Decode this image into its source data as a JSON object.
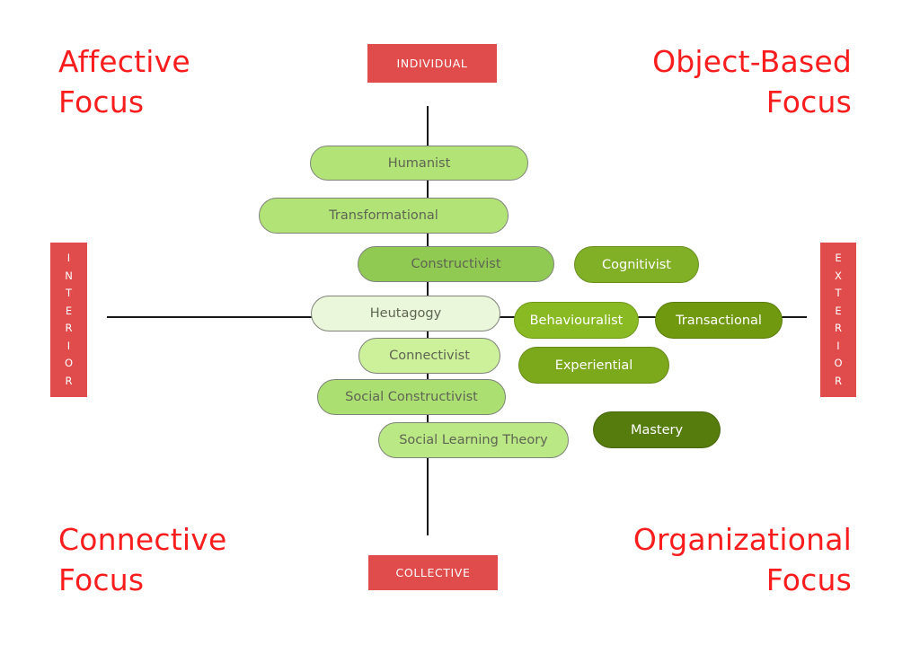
{
  "colors": {
    "headline_red": "#f91d1d",
    "axis_box_red": "#e04b4b",
    "axis_line": "#161616",
    "light_pill_text": "#5f6553",
    "dark_pill_text": "#ffffff"
  },
  "quadrants": {
    "top_left": {
      "line1": "Affective",
      "line2": "Focus"
    },
    "top_right": {
      "line1": "Object-Based",
      "line2": "Focus"
    },
    "bottom_left": {
      "line1": "Connective",
      "line2": "Focus"
    },
    "bottom_right": {
      "line1": "Organizational",
      "line2": "Focus"
    }
  },
  "axes": {
    "vertical": {
      "top_label": "INDIVIDUAL",
      "bottom_label": "COLLECTIVE"
    },
    "horizontal": {
      "left_label": "INTERIOR",
      "left_label_stacked": "I\nN\nT\nE\nR\nI\nO\nR",
      "right_label": "EXTERIOR",
      "right_label_stacked": "E\nX\nT\nE\nR\nI\nO\nR"
    }
  },
  "theories": [
    {
      "label": "Humanist",
      "bg": "#b2e377",
      "tone": "light"
    },
    {
      "label": "Transformational",
      "bg": "#b2e377",
      "tone": "light"
    },
    {
      "label": "Constructivist",
      "bg": "#90ca52",
      "tone": "light"
    },
    {
      "label": "Heutagogy",
      "bg": "#eaf7da",
      "tone": "light"
    },
    {
      "label": "Connectivist",
      "bg": "#cdf09b",
      "tone": "light"
    },
    {
      "label": "Social Constructivist",
      "bg": "#abdf72",
      "tone": "light"
    },
    {
      "label": "Social Learning Theory",
      "bg": "#b9e884",
      "tone": "light"
    },
    {
      "label": "Cognitivist",
      "bg": "#81b027",
      "tone": "dark"
    },
    {
      "label": "Behaviouralist",
      "bg": "#8aba23",
      "tone": "dark"
    },
    {
      "label": "Transactional",
      "bg": "#70990f",
      "tone": "dark"
    },
    {
      "label": "Experiential",
      "bg": "#7ca81c",
      "tone": "dark"
    },
    {
      "label": "Mastery",
      "bg": "#567c0e",
      "tone": "dark"
    }
  ]
}
